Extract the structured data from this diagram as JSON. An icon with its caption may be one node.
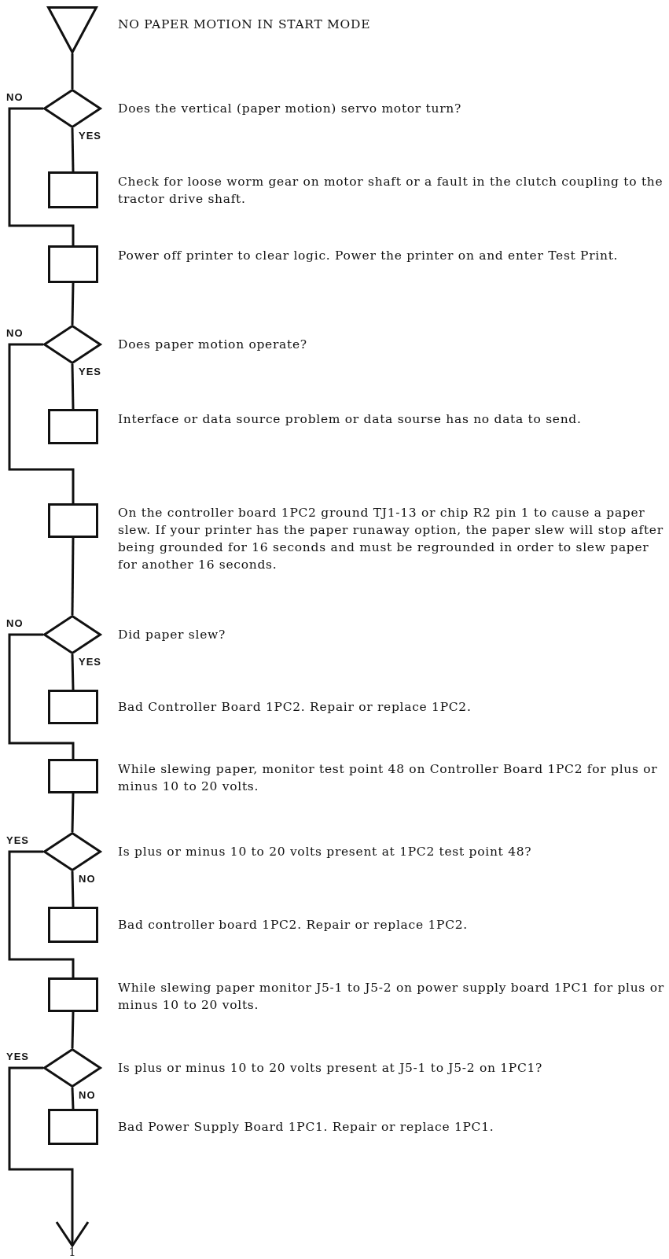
{
  "diagram": {
    "nodes": [
      {
        "text": [],
        "shape": "triangle",
        "beside": [
          "NO PAPER MOTION IN START MODE"
        ]
      },
      {
        "text": [],
        "shape": "diamond",
        "beside": [
          "Does the vertical (paper motion) servo motor turn?"
        ]
      },
      {
        "text": [],
        "shape": "box",
        "beside": [
          "Check for loose worm gear on motor shaft or a fault in the clutch coupling to the tractor drive shaft."
        ]
      },
      {
        "text": [],
        "shape": "box",
        "beside": [
          "Power off printer to clear logic. Power the printer on and enter Test Print."
        ]
      },
      {
        "text": [],
        "shape": "diamond",
        "beside": [
          "Does paper motion operate?"
        ]
      },
      {
        "text": [],
        "shape": "box",
        "beside": [
          "Interface or data source problem or data sourse has no data to send."
        ]
      },
      {
        "text": [],
        "shape": "box",
        "beside": [
          "On the controller board 1PC2 ground TJ1-13 or chip R2 pin 1 to cause a paper slew. If your printer has the paper runaway option, the paper slew will stop after being grounded for 16 seconds and must be regrounded in order to slew paper for another 16 seconds."
        ]
      },
      {
        "text": [],
        "shape": "diamond",
        "beside": [
          "Did paper slew?"
        ]
      },
      {
        "text": [],
        "shape": "box",
        "beside": [
          "Bad Controller Board 1PC2. Repair or replace 1PC2."
        ]
      },
      {
        "text": [],
        "shape": "box",
        "beside": [
          "While slewing paper, monitor test point 48 on Controller Board 1PC2 for plus or minus 10 to 20 volts."
        ]
      },
      {
        "text": [],
        "shape": "diamond",
        "beside": [
          "Is plus or minus 10 to 20 volts present at 1PC2 test point 48?"
        ]
      },
      {
        "text": [],
        "shape": "box",
        "beside": [
          "Bad controller board 1PC2. Repair or replace 1PC2."
        ]
      },
      {
        "text": [],
        "shape": "box",
        "beside": [
          "While slewing paper monitor J5-1 to J5-2 on power supply board 1PC1 for plus or minus 10 to 20 volts."
        ]
      },
      {
        "text": [],
        "shape": "diamond",
        "beside": [
          "Is plus or minus 10 to 20 volts present at J5-1 to J5-2 on 1PC1?"
        ]
      },
      {
        "text": [],
        "shape": "box",
        "beside": [
          "Bad Power Supply Board 1PC1. Repair or replace 1PC1."
        ]
      },
      {
        "text": [
          "1"
        ]
      }
    ],
    "edges": [
      {
        "from": 0,
        "to": 1,
        "arrow": "none"
      },
      {
        "from": 1,
        "to": 2,
        "arrow": "none",
        "label": "YES"
      },
      {
        "from": 1,
        "to": 3,
        "arrow": "none",
        "label": "NO"
      },
      {
        "from": 3,
        "to": 4,
        "arrow": "none"
      },
      {
        "from": 4,
        "to": 5,
        "arrow": "none",
        "label": "YES"
      },
      {
        "from": 4,
        "to": 6,
        "arrow": "none",
        "label": "NO"
      },
      {
        "from": 6,
        "to": 7,
        "arrow": "none"
      },
      {
        "from": 7,
        "to": 8,
        "arrow": "none",
        "label": "YES"
      },
      {
        "from": 7,
        "to": 9,
        "arrow": "none",
        "label": "NO"
      },
      {
        "from": 9,
        "to": 10,
        "arrow": "none"
      },
      {
        "from": 10,
        "to": 11,
        "arrow": "none",
        "label": "NO"
      },
      {
        "from": 10,
        "to": 12,
        "arrow": "none",
        "label": "YES"
      },
      {
        "from": 12,
        "to": 13,
        "arrow": "none"
      },
      {
        "from": 13,
        "to": 14,
        "arrow": "none",
        "label": "NO"
      },
      {
        "from": 13,
        "to": 15,
        "arrow": "to",
        "label": "YES"
      }
    ]
  }
}
